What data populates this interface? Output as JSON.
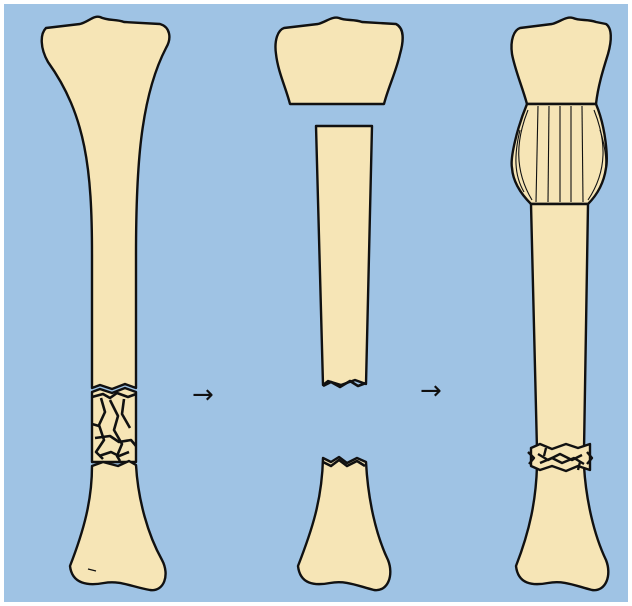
{
  "figure": {
    "background_color": "#9fc3e4",
    "frame_color": "#ffffff",
    "bone_fill": "#f6e5b6",
    "outline_color": "#111111",
    "panels": [
      {
        "name": "fractured-tibia",
        "description_icon": "bone-with-comminuted-fracture-icon"
      },
      {
        "name": "resected-tibia-with-gap",
        "description_icon": "bone-segments-separated-icon"
      },
      {
        "name": "transported-segment-regenerate",
        "description_icon": "bone-with-regenerate-and-docking-site-icon"
      }
    ],
    "arrows": [
      "→",
      "→"
    ]
  }
}
